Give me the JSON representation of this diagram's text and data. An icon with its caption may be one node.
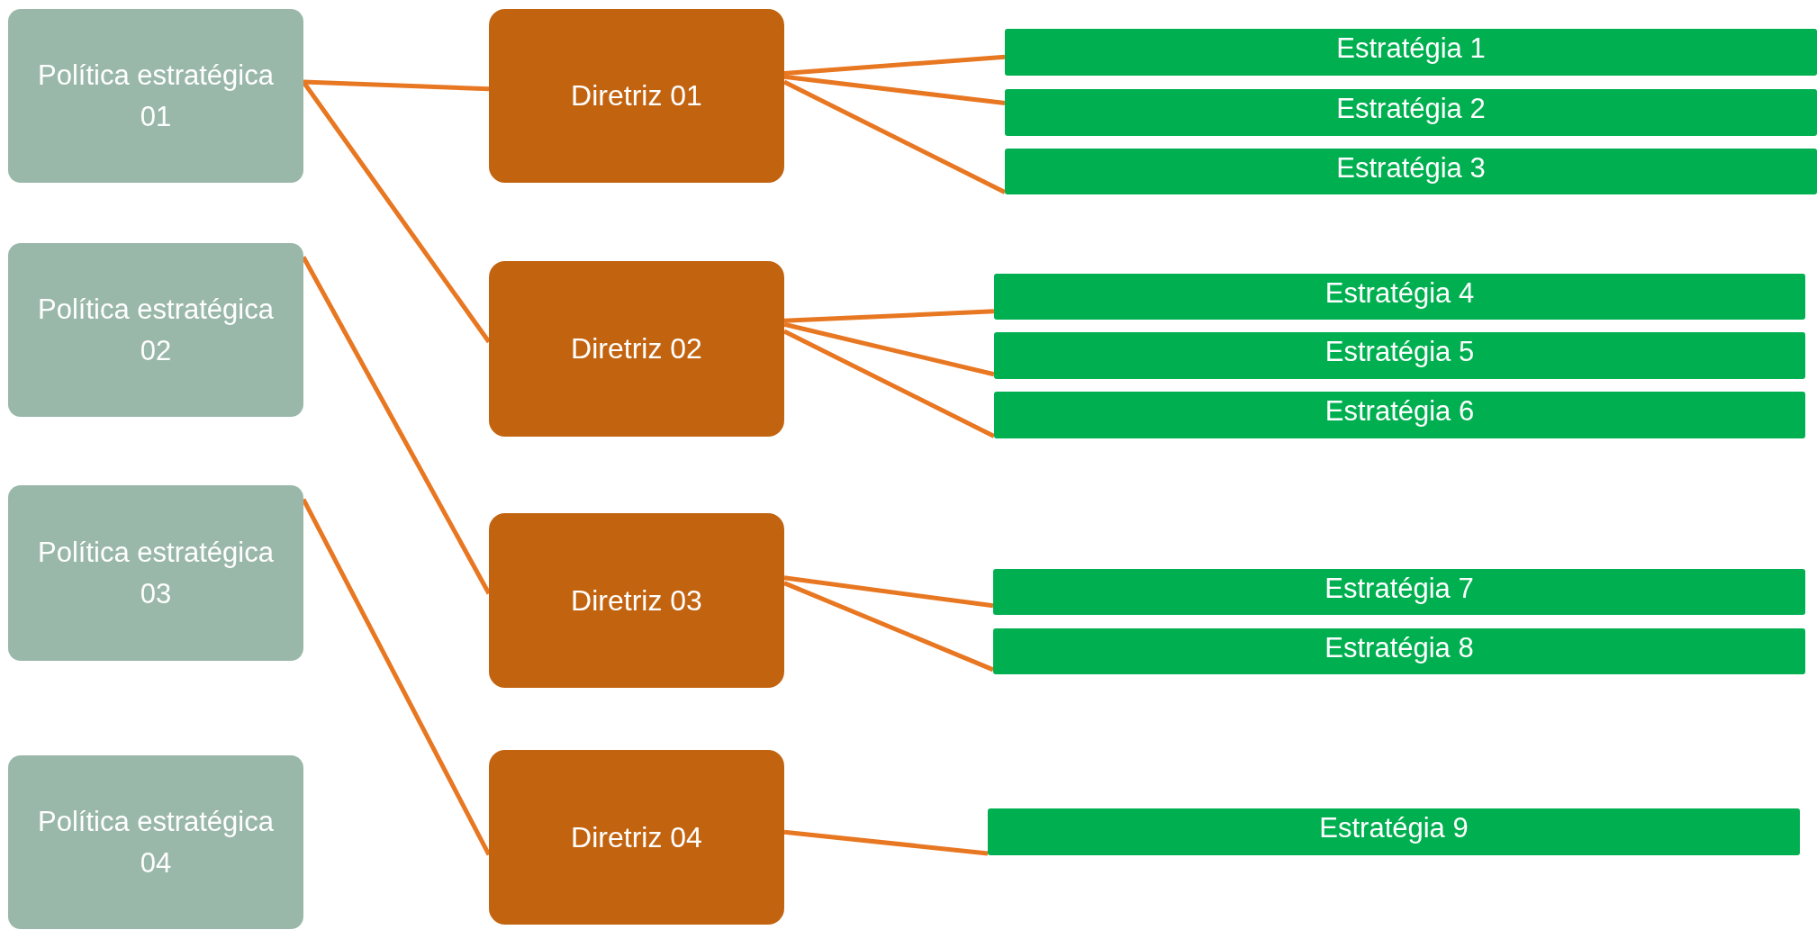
{
  "diagram": {
    "nodes": [
      {
        "text": [
          "Política estratégica",
          "01"
        ]
      },
      {
        "text": [
          "Política estratégica",
          "02"
        ]
      },
      {
        "text": [
          "Política estratégica",
          "03"
        ]
      },
      {
        "text": [
          "Política estratégica",
          "04"
        ]
      },
      {
        "text": [
          "Diretriz 01"
        ]
      },
      {
        "text": [
          "Diretriz 02"
        ]
      },
      {
        "text": [
          "Diretriz 03"
        ]
      },
      {
        "text": [
          "Diretriz 04"
        ]
      },
      {
        "text": [
          "Estratégia 1"
        ]
      },
      {
        "text": [
          "Estratégia 2"
        ]
      },
      {
        "text": [
          "Estratégia 3"
        ]
      },
      {
        "text": [
          "Estratégia 4"
        ]
      },
      {
        "text": [
          "Estratégia 5"
        ]
      },
      {
        "text": [
          "Estratégia 6"
        ]
      },
      {
        "text": [
          "Estratégia 7"
        ]
      },
      {
        "text": [
          "Estratégia 8"
        ]
      },
      {
        "text": [
          "Estratégia 9"
        ]
      }
    ],
    "edges": [
      {
        "from": 0,
        "to": 4,
        "arrow": "none"
      },
      {
        "from": 0,
        "to": 5,
        "arrow": "none"
      },
      {
        "from": 1,
        "to": 6,
        "arrow": "none"
      },
      {
        "from": 2,
        "to": 7,
        "arrow": "none"
      },
      {
        "from": 4,
        "to": 8,
        "arrow": "none"
      },
      {
        "from": 4,
        "to": 9,
        "arrow": "none"
      },
      {
        "from": 4,
        "to": 10,
        "arrow": "none"
      },
      {
        "from": 5,
        "to": 11,
        "arrow": "none"
      },
      {
        "from": 5,
        "to": 12,
        "arrow": "none"
      },
      {
        "from": 5,
        "to": 13,
        "arrow": "none"
      },
      {
        "from": 6,
        "to": 14,
        "arrow": "none"
      },
      {
        "from": 6,
        "to": 15,
        "arrow": "none"
      },
      {
        "from": 7,
        "to": 16,
        "arrow": "none"
      }
    ]
  }
}
